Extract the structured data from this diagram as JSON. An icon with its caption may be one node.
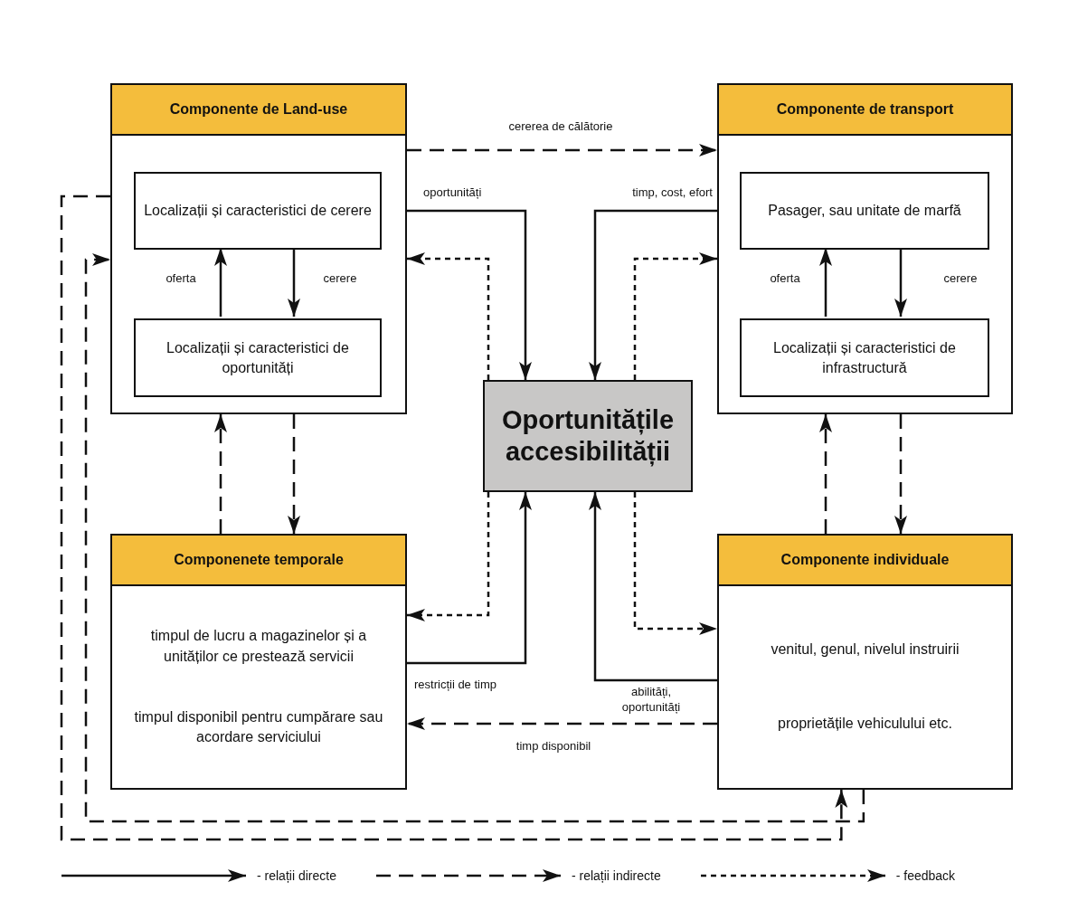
{
  "diagram": {
    "nodes": [
      {
        "text": [
          "Componente de Land-use"
        ]
      },
      {
        "text": [
          "Localizații și caracteristici de cerere"
        ],
        "in": 0
      },
      {
        "text": [
          "Localizații și caracteristici de oportunități"
        ],
        "in": 0
      },
      {
        "text": [
          "Componente de transport"
        ]
      },
      {
        "text": [
          "Pasager, sau unitate de marfă"
        ],
        "in": 3
      },
      {
        "text": [
          "Localizații și caracteristici de infrastructură"
        ],
        "in": 3
      },
      {
        "text": [
          "Oportunitățile accesibilității"
        ]
      },
      {
        "text": [
          "Componenete temporale",
          "timpul de lucru a magazinelor și a unităților ce prestează servicii",
          "timpul disponibil pentru cumpărare sau acordare serviciului"
        ]
      },
      {
        "text": [
          "Componente individuale",
          "venitul, genul, nivelul instruirii",
          "proprietățile vehiculului etc."
        ]
      }
    ],
    "edges": [
      {
        "from": 0,
        "to": 3,
        "arrow": "to",
        "style": "dashed",
        "label": "cererea de călătorie"
      },
      {
        "from": 0,
        "to": 6,
        "arrow": "to",
        "label": "oportunități"
      },
      {
        "from": 3,
        "to": 6,
        "arrow": "to",
        "label": "timp, cost, efort"
      },
      {
        "from": 6,
        "to": 0,
        "arrow": "to",
        "style": "dashed"
      },
      {
        "from": 6,
        "to": 3,
        "arrow": "to",
        "style": "dashed"
      },
      {
        "from": 1,
        "to": 2,
        "arrow": "to",
        "label": "cerere"
      },
      {
        "from": 2,
        "to": 1,
        "arrow": "to",
        "label": "oferta"
      },
      {
        "from": 4,
        "to": 5,
        "arrow": "to",
        "label": "cerere"
      },
      {
        "from": 5,
        "to": 4,
        "arrow": "to",
        "label": "oferta"
      },
      {
        "from": 7,
        "to": 0,
        "arrow": "to",
        "style": "dashed"
      },
      {
        "from": 0,
        "to": 7,
        "arrow": "to",
        "style": "dashed"
      },
      {
        "from": 8,
        "to": 3,
        "arrow": "to",
        "style": "dashed"
      },
      {
        "from": 3,
        "to": 8,
        "arrow": "to",
        "style": "dashed"
      },
      {
        "from": 6,
        "to": 7,
        "arrow": "to",
        "style": "dashed"
      },
      {
        "from": 7,
        "to": 6,
        "arrow": "to",
        "label": "restricții de timp"
      },
      {
        "from": 6,
        "to": 8,
        "arrow": "to",
        "style": "dashed"
      },
      {
        "from": 8,
        "to": 6,
        "arrow": "to",
        "label": "abilități, oportunități"
      },
      {
        "from": 8,
        "to": 7,
        "arrow": "to",
        "style": "dashed",
        "label": "timp disponibil"
      },
      {
        "from": 0,
        "to": 8,
        "arrow": "to",
        "style": "dashed"
      },
      {
        "from": 8,
        "to": 0,
        "arrow": "to",
        "style": "dashed"
      }
    ],
    "legend": [
      {
        "text": "- relații directe"
      },
      {
        "text": "- relații indirecte"
      },
      {
        "text": "- feedback"
      }
    ]
  }
}
